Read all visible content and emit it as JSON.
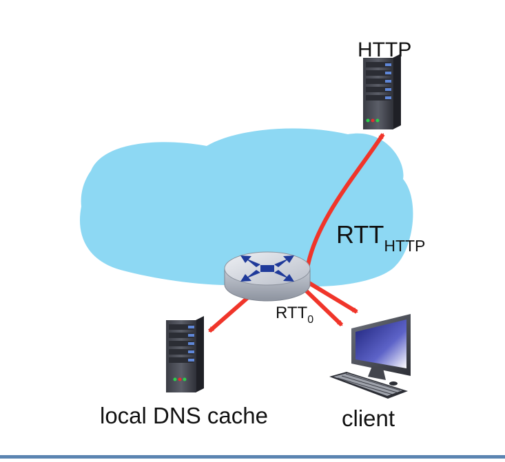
{
  "labels": {
    "http_server": "HTTP",
    "rtt_http_main": "RTT",
    "rtt_http_sub": "HTTP",
    "rtt0_main": "RTT",
    "rtt0_sub": "0",
    "dns_server": "local DNS cache",
    "client": "client"
  },
  "colors": {
    "cloud": "#8dd8f3",
    "arrow": "#f0352a",
    "router_body": "#c9cdd6",
    "router_arrows": "#1f3a9a",
    "server_body": "#4a4c55",
    "server_slot": "#5f87d8",
    "monitor_screen": "#3b3b9a",
    "footer_rule": "#5b84b1"
  },
  "icons": [
    "router-icon",
    "http-server-icon",
    "dns-server-icon",
    "client-computer-icon",
    "internet-cloud"
  ]
}
